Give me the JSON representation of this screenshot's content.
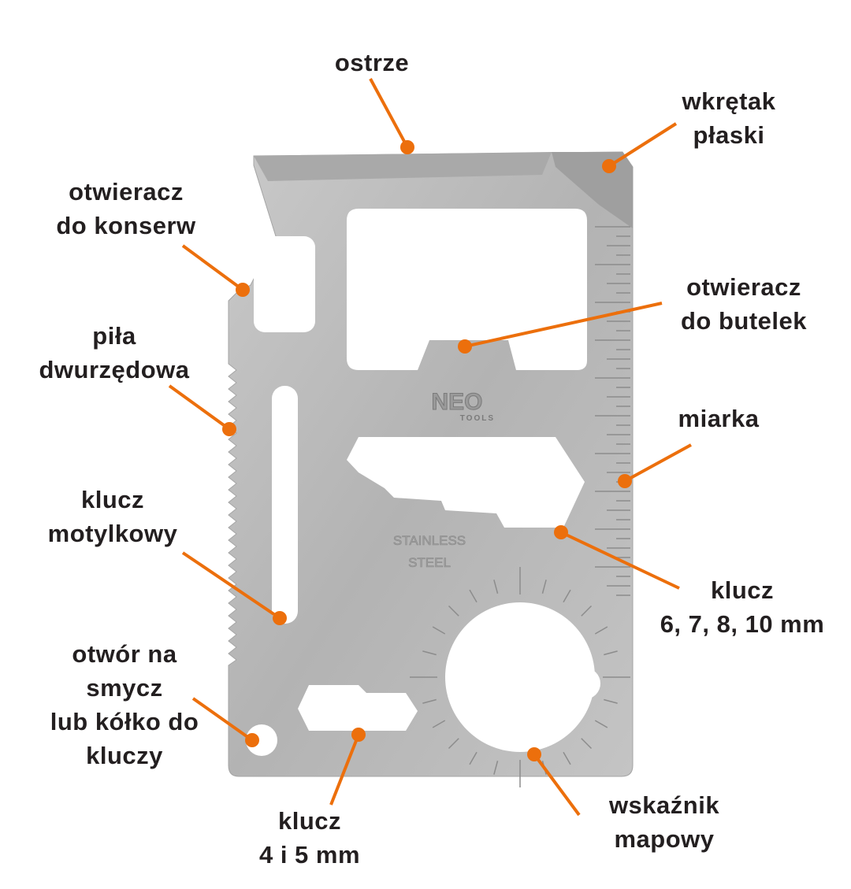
{
  "colors": {
    "accent": "#ec6f0c",
    "text": "#231f20",
    "steel": "#b9b9b9"
  },
  "card": {
    "logo": "NEO",
    "logo_sub": "TOOLS",
    "stamp_line1": "STAINLESS",
    "stamp_line2": "STEEL"
  },
  "labels": {
    "blade": [
      "ostrze"
    ],
    "flat_screwdriver": [
      "wkrętak",
      "płaski"
    ],
    "can_opener": [
      "otwieracz",
      "do konserw"
    ],
    "saw": [
      "piła",
      "dwurzędowa"
    ],
    "butterfly_wrench": [
      "klucz",
      "motylkowy"
    ],
    "lanyard_hole": [
      "otwór na",
      "smycz",
      "lub kółko do",
      "kluczy"
    ],
    "wrench_4_5": [
      "klucz",
      "4 i 5 mm"
    ],
    "map_indicator": [
      "wskaźnik",
      "mapowy"
    ],
    "wrench_6_10": [
      "klucz",
      "6, 7, 8, 10 mm"
    ],
    "ruler": [
      "miarka"
    ],
    "bottle_opener": [
      "otwieracz",
      "do butelek"
    ]
  }
}
